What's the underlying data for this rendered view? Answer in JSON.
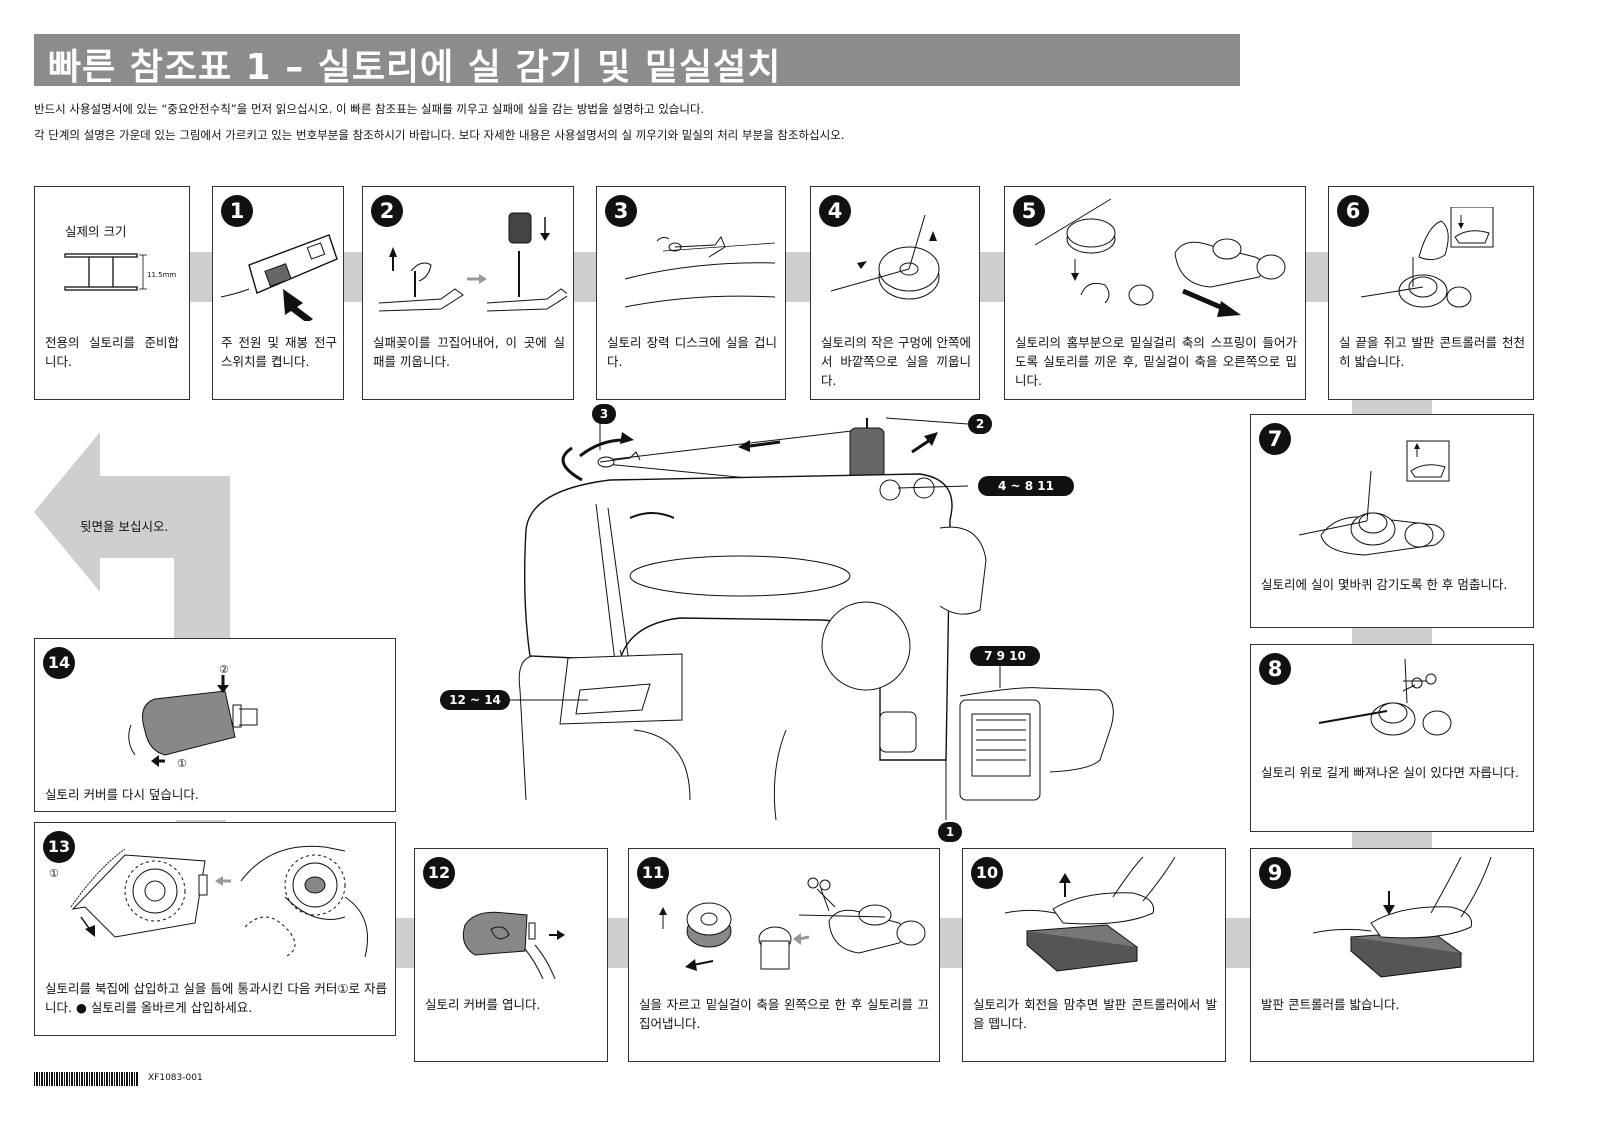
{
  "title": "빠른 참조표 1 – 실토리에 실 감기 및 밑실설치",
  "intro_lines": [
    "반드시 사용설명서에 있는 “중요안전수칙”을 먼저 읽으십시오.   이 빠른 참조표는 실패를 끼우고 실패에 실을 감는 방법을 설명하고 있습니다.",
    "각 단계의 설명은 가운데 있는 그림에서 가르키고 있는 번호부분을 참조하시기 바랍니다.   보다 자세한 내용은 사용설명서의 실 끼우기와 밑실의 처리 부분을 참조하십시오."
  ],
  "actual_size": {
    "label": "실제의 크기",
    "dimension": "11.5mm",
    "caption": "전용의 실토리를 준비합니다."
  },
  "back_note": "뒷면을 보십시오.",
  "steps": [
    {
      "num": "1",
      "caption": "주 전원 및 재봉 전구 스위치를 켭니다."
    },
    {
      "num": "2",
      "caption": "실패꽂이를 끄집어내어, 이 곳에 실패를 끼웁니다."
    },
    {
      "num": "3",
      "caption": "실토리 장력 디스크에 실을 겁니다."
    },
    {
      "num": "4",
      "caption": "실토리의 작은 구멍에 안쪽에서 바깥쪽으로 실을 끼웁니다."
    },
    {
      "num": "5",
      "caption": "실토리의 홈부분으로 밑실걸리 축의 스프링이 들어가도록 실토리를 끼운 후, 밑실걸이 축을 오른쪽으로 밉니다."
    },
    {
      "num": "6",
      "caption": "실 끝을 쥐고 발판 콘트롤러를 천천히 밟습니다."
    },
    {
      "num": "7",
      "caption": "실토리에 실이 몇바퀴 감기도록 한 후 멈춥니다."
    },
    {
      "num": "8",
      "caption": "실토리 위로 길게 빠져나온 실이 있다면 자릅니다."
    },
    {
      "num": "9",
      "caption": "발판 콘트롤러를 밟습니다."
    },
    {
      "num": "10",
      "caption": "실토리가 회전을 맘추면 발판 콘트롤러에서 발을 뗍니다."
    },
    {
      "num": "11",
      "caption": "실을 자르고 밑실걸이 축을 왼쪽으로 한 후 실토리를 끄집어냅니다."
    },
    {
      "num": "12",
      "caption": "실토리 커버를 엽니다."
    },
    {
      "num": "13",
      "caption": "실토리를 북집에 삽입하고 실을 틈에 통과시킨 다음 커터①로 자릅니다. ● 실토리를 올바르게 삽입하세요."
    },
    {
      "num": "14",
      "caption": "실토리 커버를 다시 덮습니다."
    }
  ],
  "callouts": {
    "c3": "3",
    "c2": "2",
    "c4_8_11": "4 ~ 8 11",
    "c7_9_10": "7 9 10",
    "c12_14": "12 ~ 14",
    "c1": "1"
  },
  "mark_1": "①",
  "mark_2": "②",
  "doc_code": "XF1083-001"
}
